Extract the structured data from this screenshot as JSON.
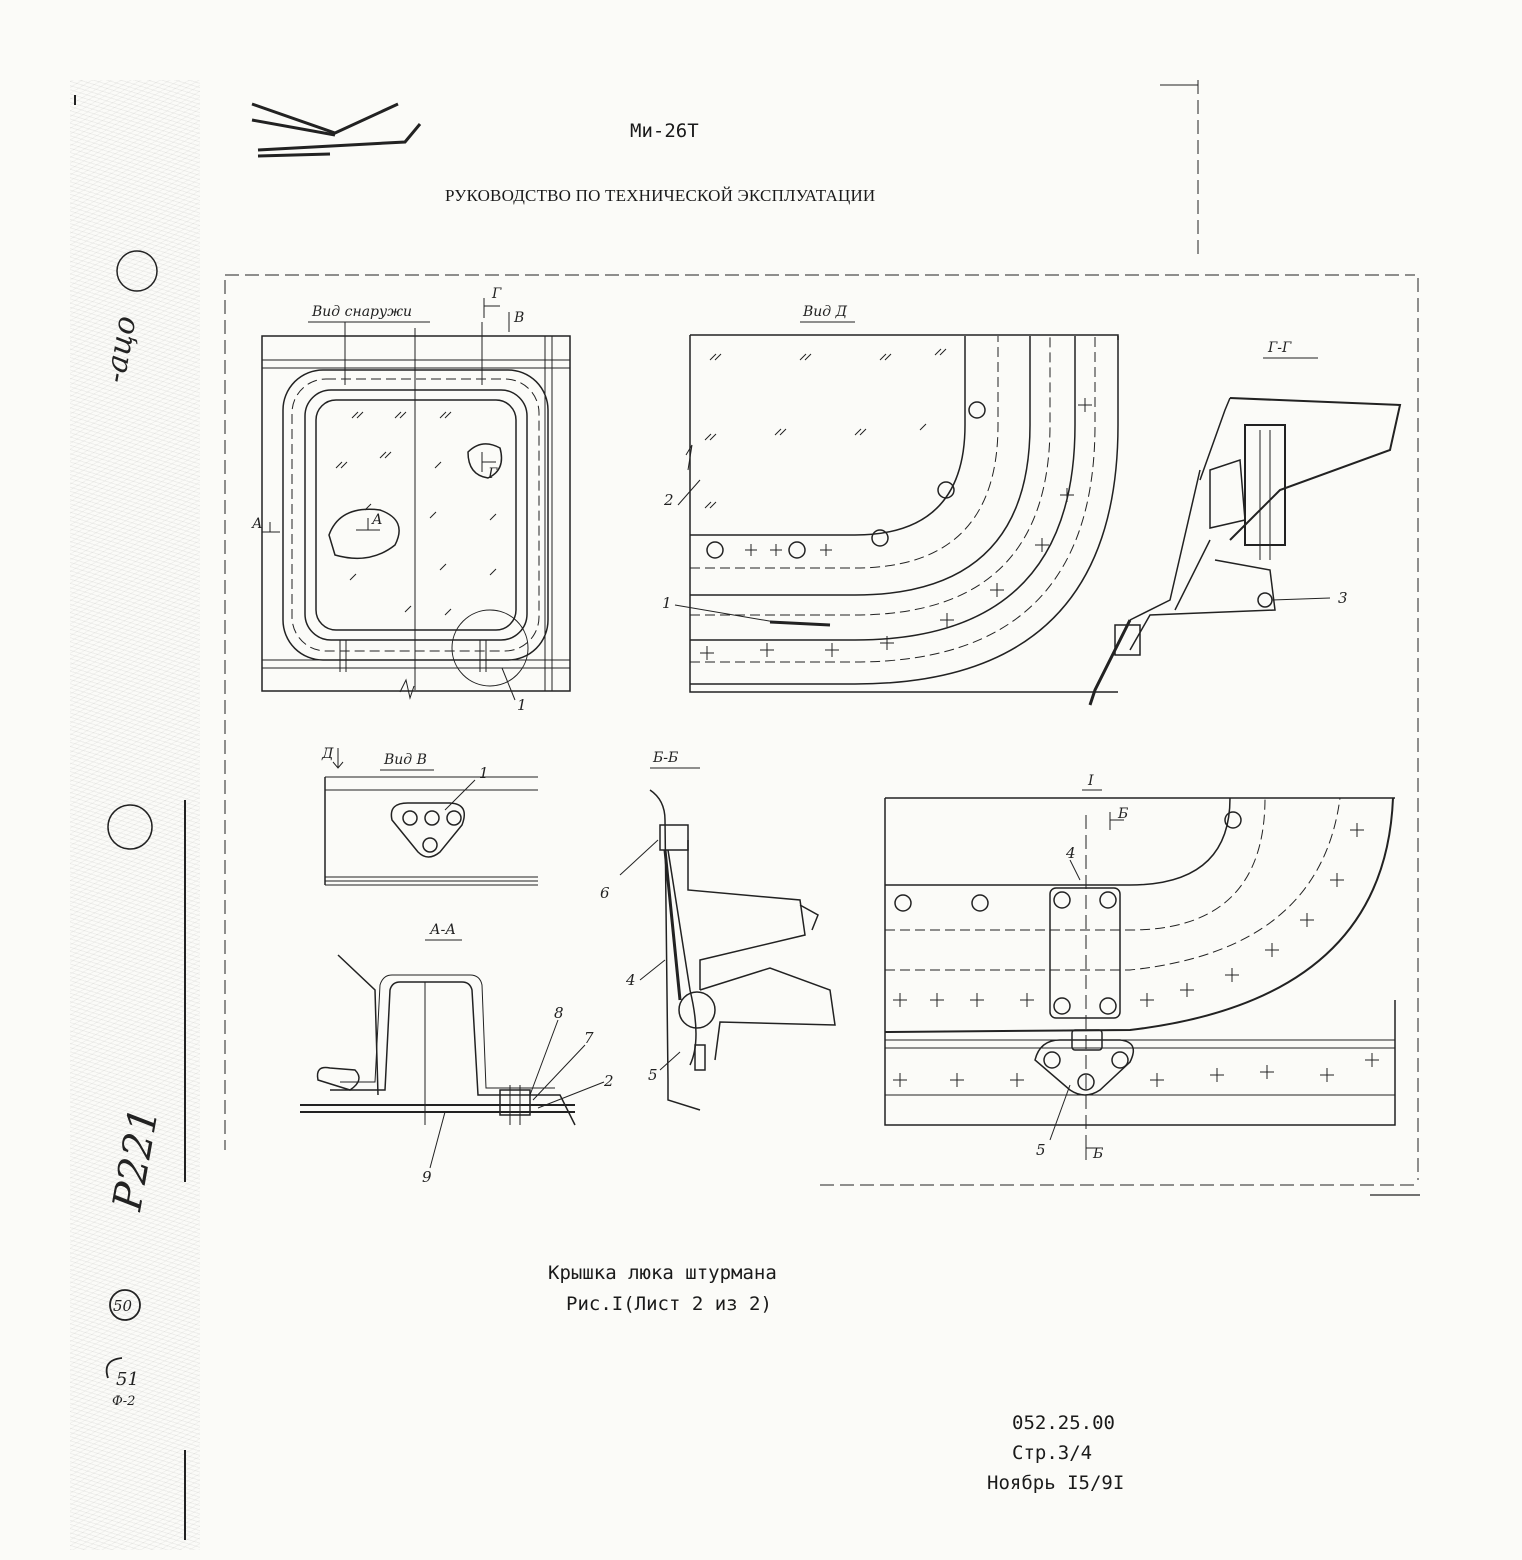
{
  "header": {
    "model": "Ми-26Т",
    "title": "РУКОВОДСТВО ПО ТЕХНИЧЕСКОЙ ЭКСПЛУАТАЦИИ"
  },
  "views": {
    "outside": "Вид снаружи",
    "d": "Вид Д",
    "gg": "Г-Г",
    "v": "Вид В",
    "bb": "Б-Б",
    "i": "I",
    "aa": "А-А"
  },
  "markers": {
    "g": "Г",
    "v": "В",
    "a": "А",
    "d": "Д",
    "b": "Б"
  },
  "callouts": [
    "1",
    "2",
    "3",
    "4",
    "5",
    "6",
    "7",
    "8",
    "9"
  ],
  "caption": {
    "title": "Крышка люка штурмана",
    "figure": "Рис.I(Лист 2 из 2)"
  },
  "footer": {
    "code": "052.25.00",
    "page": "Стр.3/4",
    "date": "Ноябрь I5/9I"
  },
  "margin_notes": {
    "stamp": "Ф-2",
    "number_a": "50",
    "number_b": "51",
    "handwritten_a": "P221",
    "handwritten_b": "-ацо"
  }
}
